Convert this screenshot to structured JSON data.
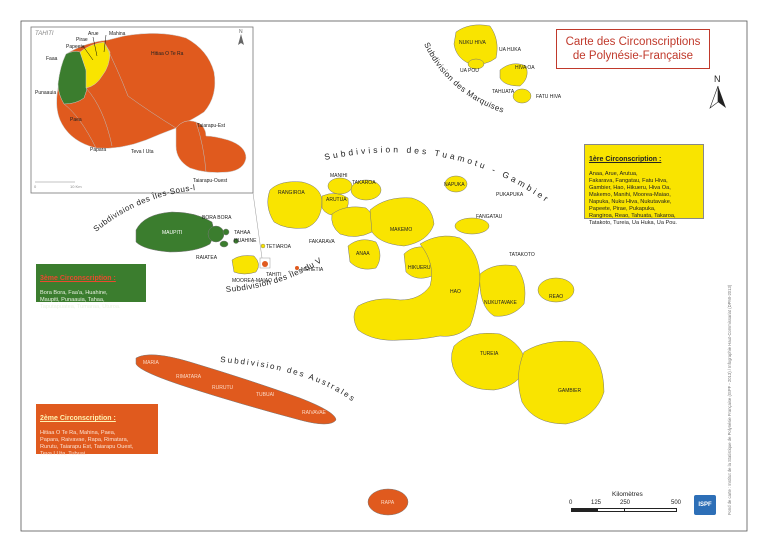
{
  "title": {
    "line1": "Carte des Circonscriptions",
    "line2": "de Polynésie-Française"
  },
  "north_label": "N",
  "inset": {
    "title": "TAHITI",
    "north": "N",
    "scale_zero": "0",
    "scale_end": "10 Km",
    "labels": {
      "arue": "Arue",
      "pirae": "Pirae",
      "mahina": "Mahina",
      "papeete": "Papeete",
      "faaa": "Faaa",
      "hitiaa": "Hitiaa O Te Ra",
      "punaauia": "Punaauia",
      "paea": "Paea",
      "papara": "Papara",
      "teva": "Teva I Uta",
      "taiarapu_est": "Taiarapu-Est",
      "taiarapu_ouest": "Taiarapu-Ouest"
    }
  },
  "subdivisions": {
    "marquises": "Subdivision des Marquises",
    "tuamotu": "Subdivision des Tuamotu - Gambier",
    "isv": "Subdivision des Îles-Sous-le-Vent",
    "idv": "Subdivision des Îles du Vent",
    "australes": "Subdivision des Australes"
  },
  "islands": {
    "nuku_hiva": "NUKU HIVA",
    "ua_huka": "UA HUKA",
    "ua_pou": "UA POU",
    "hiva_oa": "HIVA OA",
    "tahuata": "TAHUATA",
    "fatu_hiva": "FATU HIVA",
    "manihi": "MANIHI",
    "takaroa": "TAKAROA",
    "rangiroa": "RANGIROA",
    "arutua": "ARUTUA",
    "napuka": "NAPUKA",
    "pukapuka": "PUKAPUKA",
    "fangatau": "FANGATAU",
    "makemo": "MAKEMO",
    "fakarava": "FAKARAVA",
    "anaa": "ANAA",
    "hikueru": "HIKUERU",
    "tatakoto": "TATAKOTO",
    "hao": "HAO",
    "nukutavake": "NUKUTAVAKE",
    "reao": "REAO",
    "tureia": "TUREIA",
    "gambier": "GAMBIER",
    "bora_bora": "BORA BORA",
    "maupiti": "MAUPITI",
    "tahaa": "TAHAA",
    "huahine": "HUAHINE",
    "raiatea": "RAIATEA",
    "tetiaroa": "TETIAROA",
    "moorea": "MOOREA-MAIAO",
    "tahiti": "TAHITI",
    "mehetia": "MEHETIA",
    "maria": "MARIA",
    "rimatara": "RIMATARA",
    "rurutu": "RURUTU",
    "tubuai": "TUBUAI",
    "raivavae": "RAIVAVAE",
    "rapa": "RAPA"
  },
  "legend": {
    "c1_title": "1ère Circonscription :",
    "c1_text": "Anaa, Arue, Arutua,\nFakarava, Fangatau, Fatu Hiva,\nGambier, Hao, Hikueru, Hiva Oa,\nMakemo, Manihi, Moorea-Maiao,\nNapuka, Nuku Hiva, Nukutavake,\nPapeete, Pirae, Pukapuka,\nRangiroa, Reao, Tahuata, Takaroa,\nTatakoto, Tureia, Ua Huka, Ua Pou.",
    "c3_title": "3ème Circonscription :",
    "c3_text": "Bora Bora, Faa'a, Huahine,\nMaupiti, Punaauia, Tahaa,\nTaputapuatea, Tumaraa, Uturoa.",
    "c2_title": "2ème Circonscription :",
    "c2_text": "Hitiaa O Te Ra, Mahina, Paea,\nPapara, Raivavae, Rapa, Rimatara,\nRurutu, Taiarapu Est, Taiarapu Ouest,\nTeva I Uta, Tubuai."
  },
  "scale": {
    "title": "Kilomètres",
    "t0": "0",
    "t1": "125",
    "t2": "250",
    "t3": "500"
  },
  "logo": "ISPF",
  "credit": "Fond de carte : Institut de la Statistique de Polynésie Française (ISPF - 2013) / Infographie Haut-Commissariat (DPMI-2013)",
  "colors": {
    "c1": "#f9e400",
    "c2": "#e05a1e",
    "c3": "#3b7d2e",
    "title": "#c0392b"
  }
}
